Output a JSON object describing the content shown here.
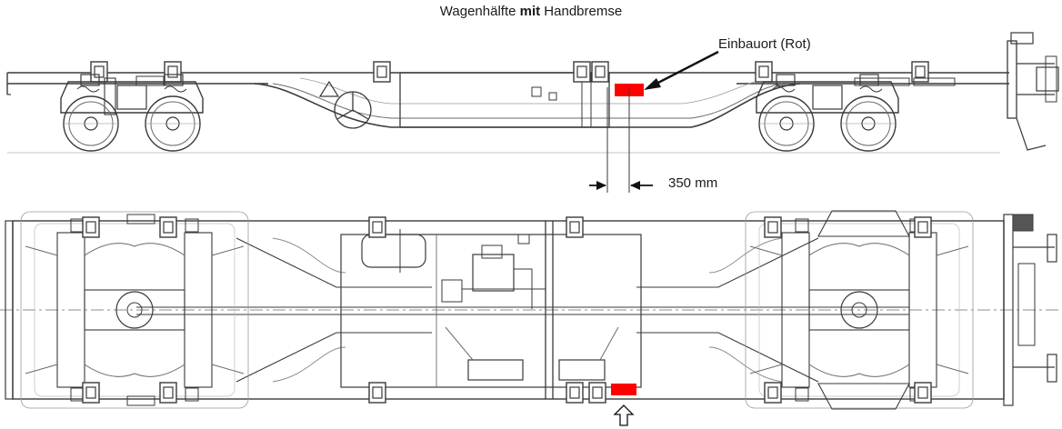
{
  "title": {
    "prefix": "Wagenhälfte ",
    "bold": "mit",
    "suffix": " Handbremse"
  },
  "labels": {
    "installation_location": "Einbauort (Rot)",
    "dimension": "350 mm"
  },
  "colors": {
    "marker": "#ff0000",
    "line": "#3a3a3a",
    "thin_line": "#8a8a8a"
  }
}
